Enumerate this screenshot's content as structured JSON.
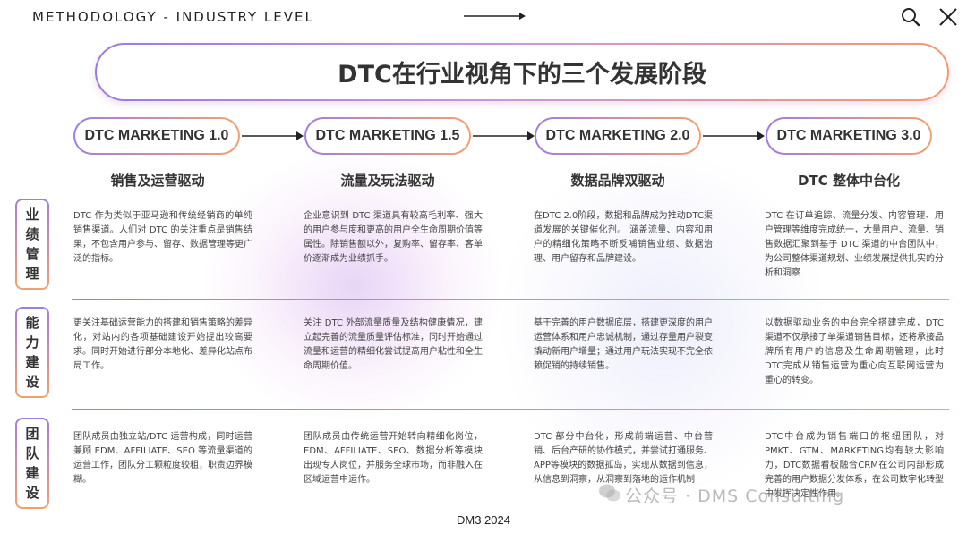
{
  "header": {
    "title": "METHODOLOGY - INDUSTRY LEVEL",
    "search_icon": "search-icon",
    "close_icon": "close-icon"
  },
  "main_title": "DTC在行业视角下的三个发展阶段",
  "stages": [
    {
      "label": "DTC MARKETING 1.0",
      "subtitle": "销售及运营驱动"
    },
    {
      "label": "DTC MARKETING 1.5",
      "subtitle": "流量及玩法驱动"
    },
    {
      "label": "DTC MARKETING 2.0",
      "subtitle": "数据品牌双驱动"
    },
    {
      "label": "DTC MARKETING 3.0",
      "subtitle": "DTC 整体中台化"
    }
  ],
  "rows": [
    {
      "label": [
        "业",
        "绩",
        "管",
        "理"
      ],
      "cells": [
        "DTC 作为类似于亚马逊和传统经销商的单纯销售渠道。人们对 DTC 的关注重点是销售结果，不包含用户参与、留存、数据管理等更广泛的指标。",
        "企业意识到 DTC 渠道具有较高毛利率、强大的用户参与度和更高的用户全生命周期价值等属性。除销售额以外，复购率、留存率、客单价逐渐成为业绩抓手。",
        "在DTC 2.0阶段，数据和品牌成为推动DTC渠道发展的关键催化剂。 涵盖流量、内容和用户的精细化策略不断反哺销售业绩、数据治理、用户留存和品牌建设。",
        "DTC 在订单追踪、流量分发、内容管理、用户管理等维度完成统一，大量用户、流量、销售数据汇聚到基于 DTC 渠道的中台团队中，为公司整体渠道规划、业绩发展提供扎实的分析和洞察"
      ]
    },
    {
      "label": [
        "能",
        "力",
        "建",
        "设"
      ],
      "cells": [
        "更关注基础运营能力的搭建和销售策略的差异化，对站内的各项基础建设开始提出较高要求。同时开始进行部分本地化、差异化站点布局工作。",
        "关注 DTC 外部流量质量及结构健康情况，建立起完善的流量质量评估标准，同时开始通过流量和运营的精细化尝试提高用户粘性和全生命周期价值。",
        "基于完善的用户数据底层，搭建更深度的用户运营体系和用户忠诚机制，通过存量用户裂变撬动新用户增量；通过用户玩法实现不完全依赖促销的持续销售。",
        "以数据驱动业务的中台完全搭建完成，DTC 渠道不仅承接了单渠道销售目标，还将承接品牌所有用户的信息及生命周期管理，此时DTC完成从销售运营为重心向互联网运营为重心的转变。"
      ]
    },
    {
      "label": [
        "团",
        "队",
        "建",
        "设"
      ],
      "cells": [
        "团队成员由独立站/DTC 运营构成，同时运营兼顾 EDM、AFFILIATE、SEO 等流量渠道的运营工作，团队分工颗粒度较粗，职责边界模糊。",
        "团队成员由传统运营开始转向精细化岗位，EDM、AFFILIATE、SEO、数据分析等模块出现专人岗位，并服务全球市场，而非融入在区域运营中运作。",
        "DTC 部分中台化，形成前端运营、中台营销、后台产研的协作模式，并尝试打通服务、APP等模块的数据孤岛，实现从数据到信息，从信息到洞察，从洞察到落地的运作机制",
        "DTC中台成为销售端口的枢纽团队，对PMKT、GTM、MARKETING均有较大影响力，DTC数据看板融合CRM在公司内部形成完善的用户数据分发体系，在公司数字化转型中发挥决定性作用。"
      ]
    }
  ],
  "footer": "DM3 2024",
  "watermark": "公众号 · DMS Consulting",
  "colors": {
    "gradient_start": "#a07ee0",
    "gradient_end": "#f3a070",
    "text": "#333333"
  }
}
